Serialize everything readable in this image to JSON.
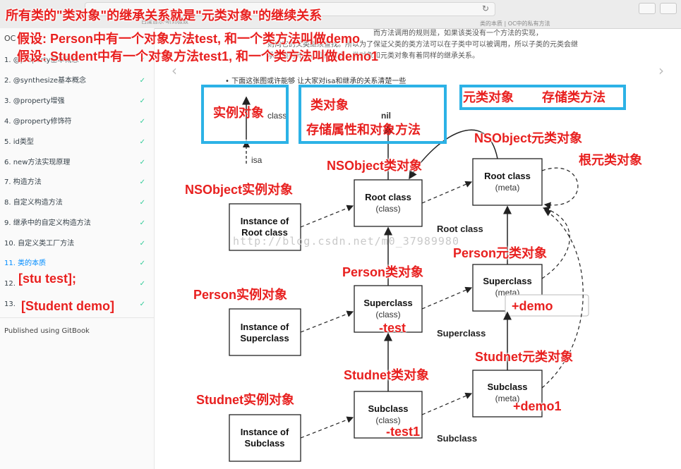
{
  "browser": {
    "tab_left": "百度音乐-听到极致",
    "tab_right": "类的本质 | OC中的私有方法"
  },
  "sidebar": {
    "title": "OC",
    "items": [
      {
        "label": "1. @property基本概念",
        "check": "✓"
      },
      {
        "label": "2. @synthesize基本概念",
        "check": "✓"
      },
      {
        "label": "3. @property增强",
        "check": "✓"
      },
      {
        "label": "4. @property修饰符",
        "check": "✓"
      },
      {
        "label": "5. id类型",
        "check": "✓"
      },
      {
        "label": "6. new方法实现原理",
        "check": "✓"
      },
      {
        "label": "7. 构造方法",
        "check": "✓"
      },
      {
        "label": "8. 自定义构造方法",
        "check": "✓"
      },
      {
        "label": "9. 继承中的自定义构造方法",
        "check": "✓"
      },
      {
        "label": "10. 自定义类工厂方法",
        "check": "✓"
      },
      {
        "label": "11. 类的本质",
        "check": "✓"
      },
      {
        "label": "12.",
        "check": "✓"
      },
      {
        "label": "13.",
        "check": "✓"
      }
    ],
    "published": "Published using GitBook"
  },
  "content": {
    "para_line1": "而方法调用的规则是，如果该类没有一个方法的实现，",
    "para_line2": "则向它的父类继续查找。所以为了保证父类的类方法可以在子类中可以被调用，所以子类的元类会继",
    "para_line3": "承父类的元类，换而言之，类对象和元类对象有着同样的继承关系。",
    "bullet": "下面这张图或许能够 让大家对isa和继承的关系清楚一些",
    "watermark": "http://blog.csdn.net/m0_37989980"
  },
  "diagram": {
    "nil": "nil",
    "class_label": "class",
    "isa_label": "isa",
    "inst_root": [
      "Instance of",
      "Root class"
    ],
    "inst_super": [
      "Instance of",
      "Superclass"
    ],
    "inst_sub": [
      "Instance of",
      "Subclass"
    ],
    "root_class": [
      "Root class",
      "(class)"
    ],
    "super_class": [
      "Superclass",
      "(class)"
    ],
    "sub_class": [
      "Subclass",
      "(class)"
    ],
    "root_meta": [
      "Root class",
      "(meta)"
    ],
    "super_meta": [
      "Superclass",
      "(meta)"
    ],
    "sub_meta": [
      "Subclass",
      "(meta)"
    ],
    "row_root": "Root class",
    "row_super": "Superclass",
    "row_sub": "Subclass"
  },
  "annotations": {
    "headline": "所有类的\"类对象\"的继承关系就是\"元类对象\"的继续关系",
    "assume1": "假设: Person中有一个对象方法test, 和一个类方法叫做demo",
    "assume2": "假设: Student中有一个对象方法test1, 和一个类方法叫做demo1",
    "instance_obj": "实例对象",
    "class_obj": "类对象",
    "class_obj_store": "存储属性和对象方法",
    "meta_obj": "元类对象",
    "meta_store": "存储类方法",
    "nsobject_meta": "NSObject元类对象",
    "root_meta": "根元类对象",
    "nsobject_class": "NSObject类对象",
    "nsobject_inst": "NSObject实例对象",
    "person_meta": "Person元类对象",
    "person_class": "Person类对象",
    "person_inst": "Person实例对象",
    "student_meta": "Studnet元类对象",
    "student_class": "Studnet类对象",
    "student_inst": "Studnet实例对象",
    "stu_test": "[stu test];",
    "student_demo": "[Student demo]",
    "minus_test": "-test",
    "minus_test1": "-test1",
    "plus_demo": "+demo",
    "plus_demo1": "+demo1"
  }
}
